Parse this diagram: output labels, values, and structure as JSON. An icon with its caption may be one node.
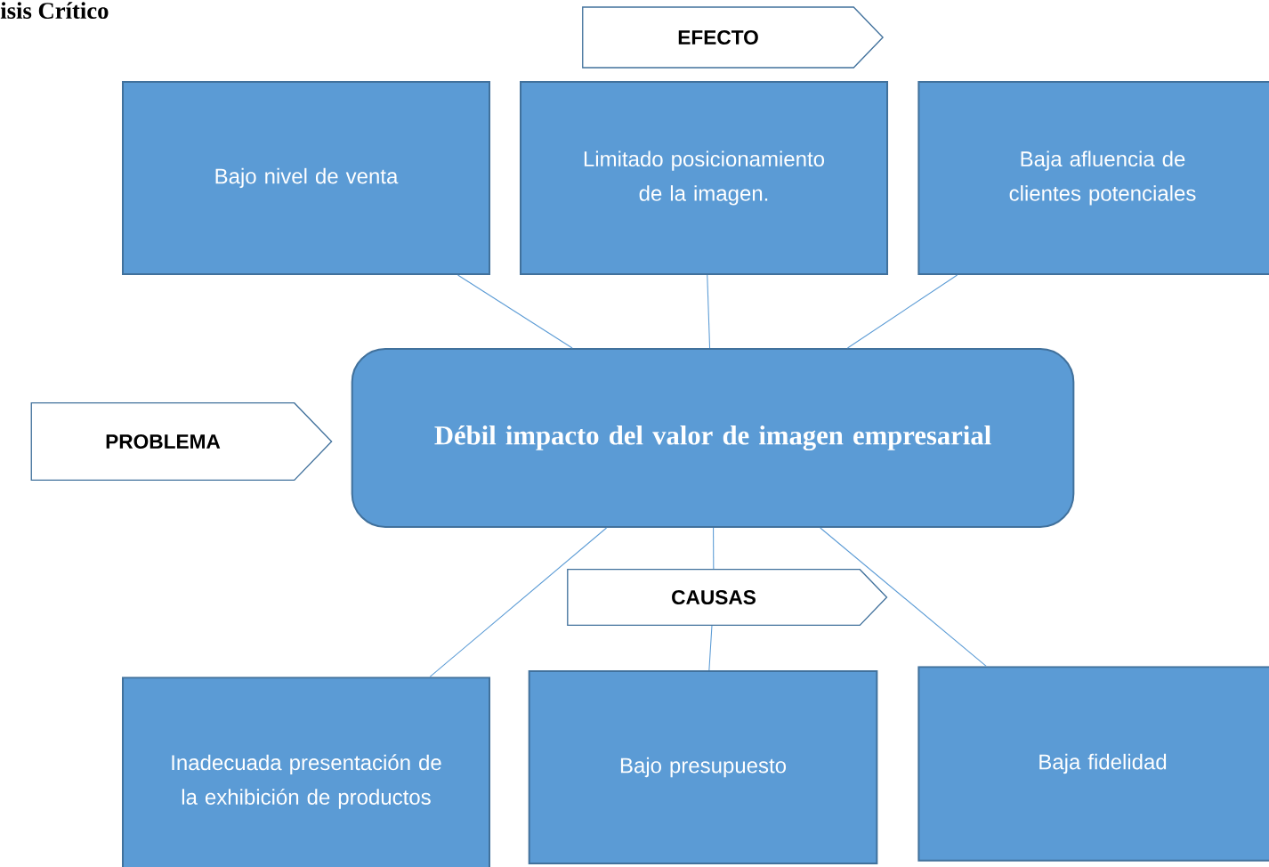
{
  "diagram": {
    "title": "isis Crítico",
    "nodes": [
      {
        "text": [
          "EFECTO"
        ]
      },
      {
        "text": [
          "Bajo nivel de venta"
        ]
      },
      {
        "text": [
          "Limitado posicionamiento de la imagen."
        ]
      },
      {
        "text": [
          "Baja afluencia de clientes potenciales"
        ]
      },
      {
        "text": [
          "PROBLEMA"
        ]
      },
      {
        "text": [
          "Débil impacto del valor de imagen empresarial"
        ]
      },
      {
        "text": [
          "CAUSAS"
        ]
      },
      {
        "text": [
          "Inadecuada presentación de la exhibición de productos"
        ]
      },
      {
        "text": [
          "Bajo presupuesto"
        ]
      },
      {
        "text": [
          "Baja fidelidad"
        ]
      }
    ],
    "edges": [
      {
        "from": 1,
        "to": 5,
        "arrow": "none"
      },
      {
        "from": 2,
        "to": 5,
        "arrow": "none"
      },
      {
        "from": 3,
        "to": 5,
        "arrow": "none"
      },
      {
        "from": 5,
        "to": 7,
        "arrow": "none"
      },
      {
        "from": 5,
        "to": 6,
        "arrow": "none"
      },
      {
        "from": 6,
        "to": 8,
        "arrow": "none"
      },
      {
        "from": 5,
        "to": 9,
        "arrow": "none"
      }
    ]
  }
}
